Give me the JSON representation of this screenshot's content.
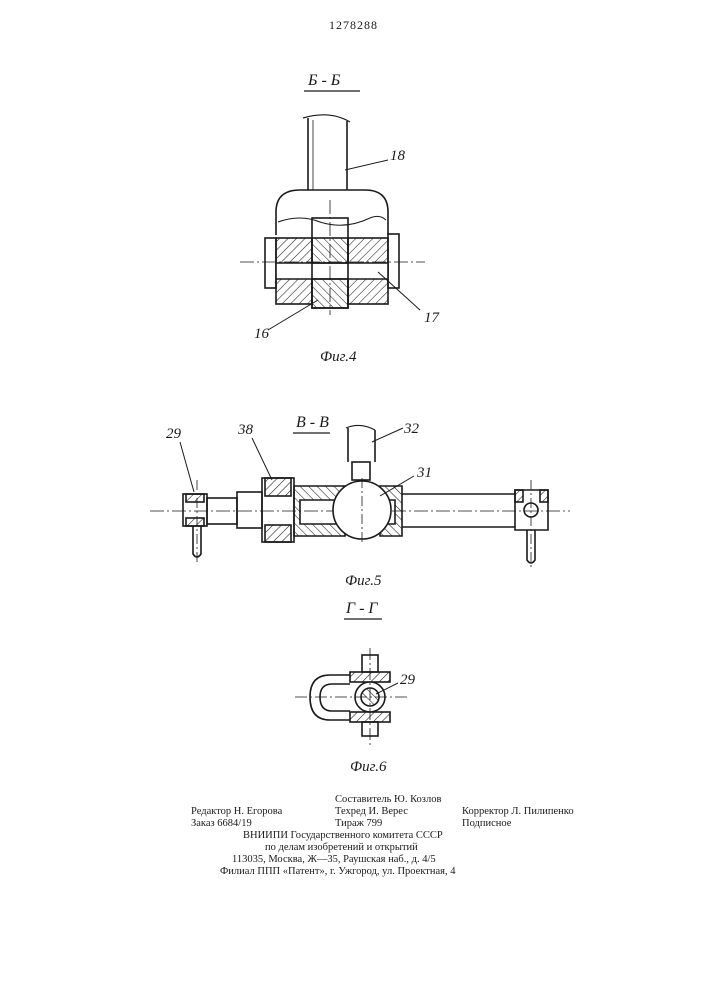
{
  "patent_number": "1278288",
  "figures": [
    {
      "id": "fig4",
      "section_label": "Б - Б",
      "caption": "Фиг.4",
      "callouts": [
        "18",
        "16",
        "17"
      ]
    },
    {
      "id": "fig5",
      "section_label": "В - В",
      "caption": "Фиг.5",
      "callouts": [
        "29",
        "38",
        "32",
        "31"
      ]
    },
    {
      "id": "fig6",
      "section_label": "Г - Г",
      "caption": "Фиг.6",
      "callouts": [
        "29"
      ]
    }
  ],
  "imprint": {
    "compiler": "Составитель Ю. Козлов",
    "editor": "Редактор Н. Егорова",
    "techred": "Техред И. Верес",
    "corrector": "Корректор Л. Пилипенко",
    "order": "Заказ 6684/19",
    "circulation": "Тираж 799",
    "subscription": "Подписное",
    "org_line1": "ВНИИПИ Государственного комитета СССР",
    "org_line2": "по делам изобретений и открытий",
    "address": "113035, Москва, Ж—35, Раушская наб., д. 4/5",
    "branch": "Филиал ППП «Патент», г. Ужгород, ул. Проектная, 4"
  }
}
